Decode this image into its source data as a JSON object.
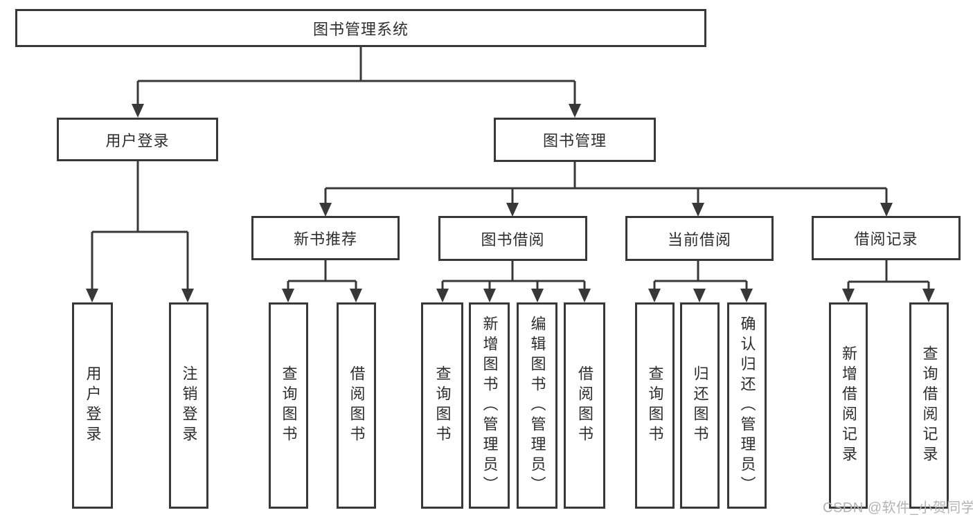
{
  "tree": {
    "root": "图书管理系统",
    "level2": [
      {
        "label": "用户登录",
        "children": [
          "用户登录",
          "注销登录"
        ]
      },
      {
        "label": "图书管理",
        "children": [
          {
            "label": "新书推荐",
            "children": [
              "查询图书",
              "借阅图书"
            ]
          },
          {
            "label": "图书借阅",
            "children": [
              "查询图书",
              "新增图书（管理员）",
              "编辑图书（管理员）",
              "借阅图书"
            ]
          },
          {
            "label": "当前借阅",
            "children": [
              "查询图书",
              "归还图书",
              "确认归还（管理员）"
            ]
          },
          {
            "label": "借阅记录",
            "children": [
              "新增借阅记录",
              "查询借阅记录"
            ]
          }
        ]
      }
    ]
  },
  "watermark": {
    "text": "CSDN @软件_小贺同学"
  },
  "colors": {
    "line": "#383838",
    "text": "#2d2d2d",
    "watermark": "#b3b3b3",
    "bg": "#ffffff"
  }
}
